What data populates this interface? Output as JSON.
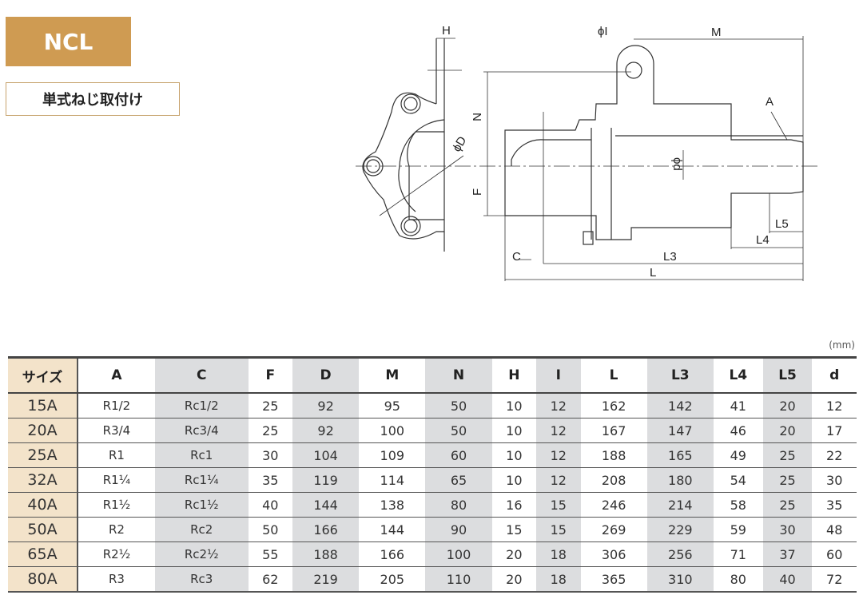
{
  "model": "NCL",
  "mounting": "単式ねじ取付け",
  "diagram": {
    "labels": {
      "H": "H",
      "phiI": "ϕI",
      "M": "M",
      "N": "N",
      "A": "A",
      "phiD": "ϕD",
      "phid": "ϕd",
      "F": "F",
      "C": "C",
      "L3": "L3",
      "L4": "L4",
      "L5": "L5",
      "L": "L"
    }
  },
  "table": {
    "unit": "(mm)",
    "headers": [
      "サイズ",
      "A",
      "C",
      "F",
      "D",
      "M",
      "N",
      "H",
      "I",
      "L",
      "L3",
      "L4",
      "L5",
      "d"
    ],
    "rows": [
      [
        "15A",
        "R1/2",
        "Rc1/2",
        "25",
        "92",
        "95",
        "50",
        "10",
        "12",
        "162",
        "142",
        "41",
        "20",
        "12"
      ],
      [
        "20A",
        "R3/4",
        "Rc3/4",
        "25",
        "92",
        "100",
        "50",
        "10",
        "12",
        "167",
        "147",
        "46",
        "20",
        "17"
      ],
      [
        "25A",
        "R1",
        "Rc1",
        "30",
        "104",
        "109",
        "60",
        "10",
        "12",
        "188",
        "165",
        "49",
        "25",
        "22"
      ],
      [
        "32A",
        "R1¼",
        "Rc1¼",
        "35",
        "119",
        "114",
        "65",
        "10",
        "12",
        "208",
        "180",
        "54",
        "25",
        "30"
      ],
      [
        "40A",
        "R1½",
        "Rc1½",
        "40",
        "144",
        "138",
        "80",
        "16",
        "15",
        "246",
        "214",
        "58",
        "25",
        "35"
      ],
      [
        "50A",
        "R2",
        "Rc2",
        "50",
        "166",
        "144",
        "90",
        "15",
        "15",
        "269",
        "229",
        "59",
        "30",
        "48"
      ],
      [
        "65A",
        "R2½",
        "Rc2½",
        "55",
        "188",
        "166",
        "100",
        "20",
        "18",
        "306",
        "256",
        "71",
        "37",
        "60"
      ],
      [
        "80A",
        "R3",
        "Rc3",
        "62",
        "219",
        "205",
        "110",
        "20",
        "18",
        "365",
        "310",
        "80",
        "40",
        "72"
      ]
    ]
  },
  "colors": {
    "brand": "#cf9b52",
    "size_col": "#f3e3ca",
    "shade": "#dcdddf"
  }
}
